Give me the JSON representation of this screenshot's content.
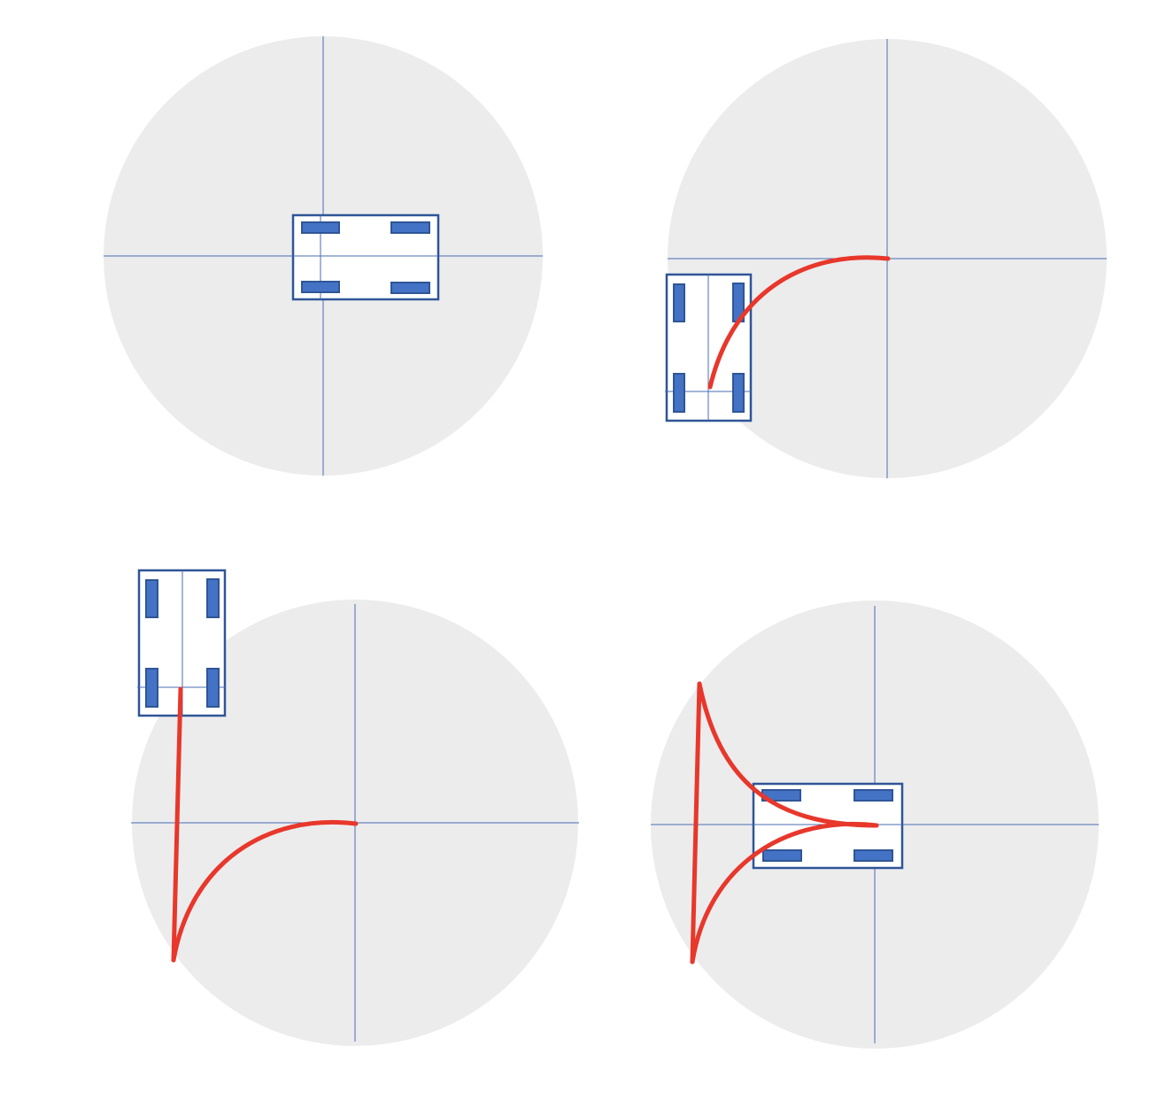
{
  "colors": {
    "background": "#ffffff",
    "disc": "#ececed",
    "axis": "#4a6cb3",
    "robot_outline": "#2f5597",
    "wheel_fill": "#4472c4",
    "wheel_stroke": "#2f5597",
    "robot_fill": "#ffffff",
    "path": "#e8372b"
  },
  "panels": [
    {
      "id": "panel-1",
      "robot_orientation": "horizontal",
      "path_segments": []
    },
    {
      "id": "panel-2",
      "robot_orientation": "vertical",
      "path_segments": [
        "arc"
      ]
    },
    {
      "id": "panel-3",
      "robot_orientation": "vertical",
      "path_segments": [
        "arc",
        "line"
      ]
    },
    {
      "id": "panel-4",
      "robot_orientation": "horizontal",
      "path_segments": [
        "arc",
        "line",
        "arc"
      ]
    }
  ]
}
